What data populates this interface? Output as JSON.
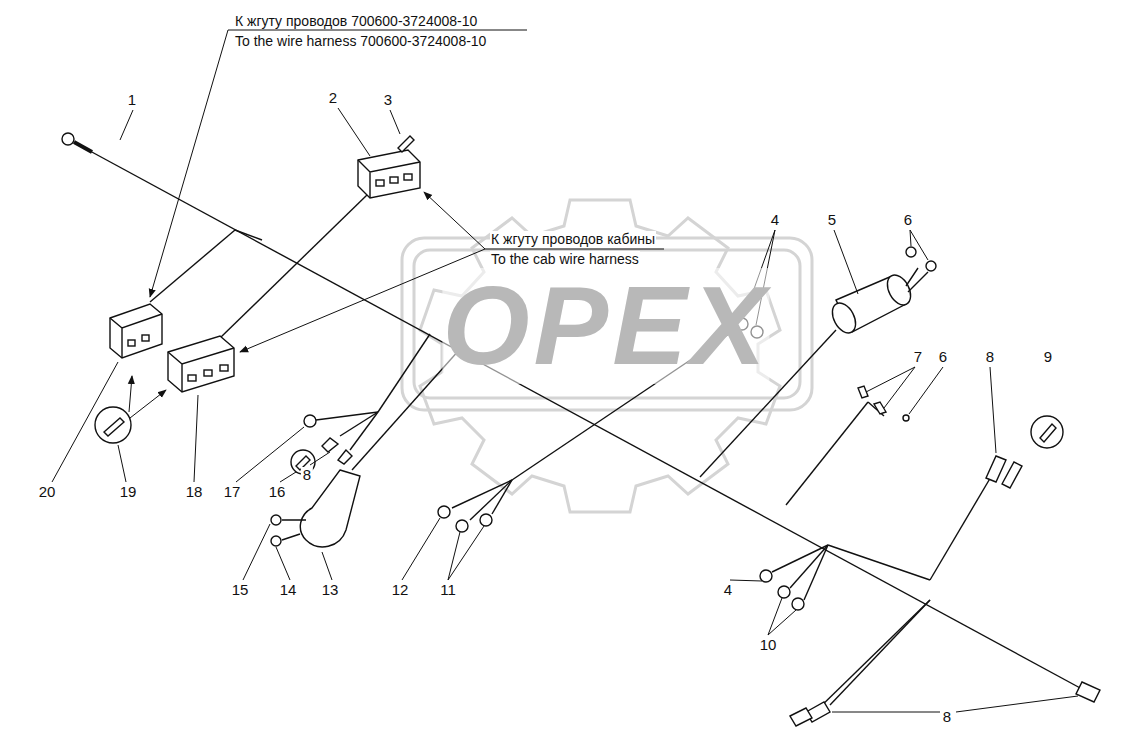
{
  "diagram": {
    "labels": [
      "К жгуту проводов 700600-3724008-10",
      "To the wire harness 700600-3724008-10",
      "1",
      "2",
      "3",
      "К жгуту проводов кабины",
      "To the cab wire harness",
      "OPEX",
      "4",
      "5",
      "6",
      "7",
      "6",
      "8",
      "9",
      "20",
      "19",
      "18",
      "17",
      "16",
      "8",
      "15",
      "14",
      "13",
      "12",
      "11",
      "4",
      "10",
      "8"
    ]
  }
}
